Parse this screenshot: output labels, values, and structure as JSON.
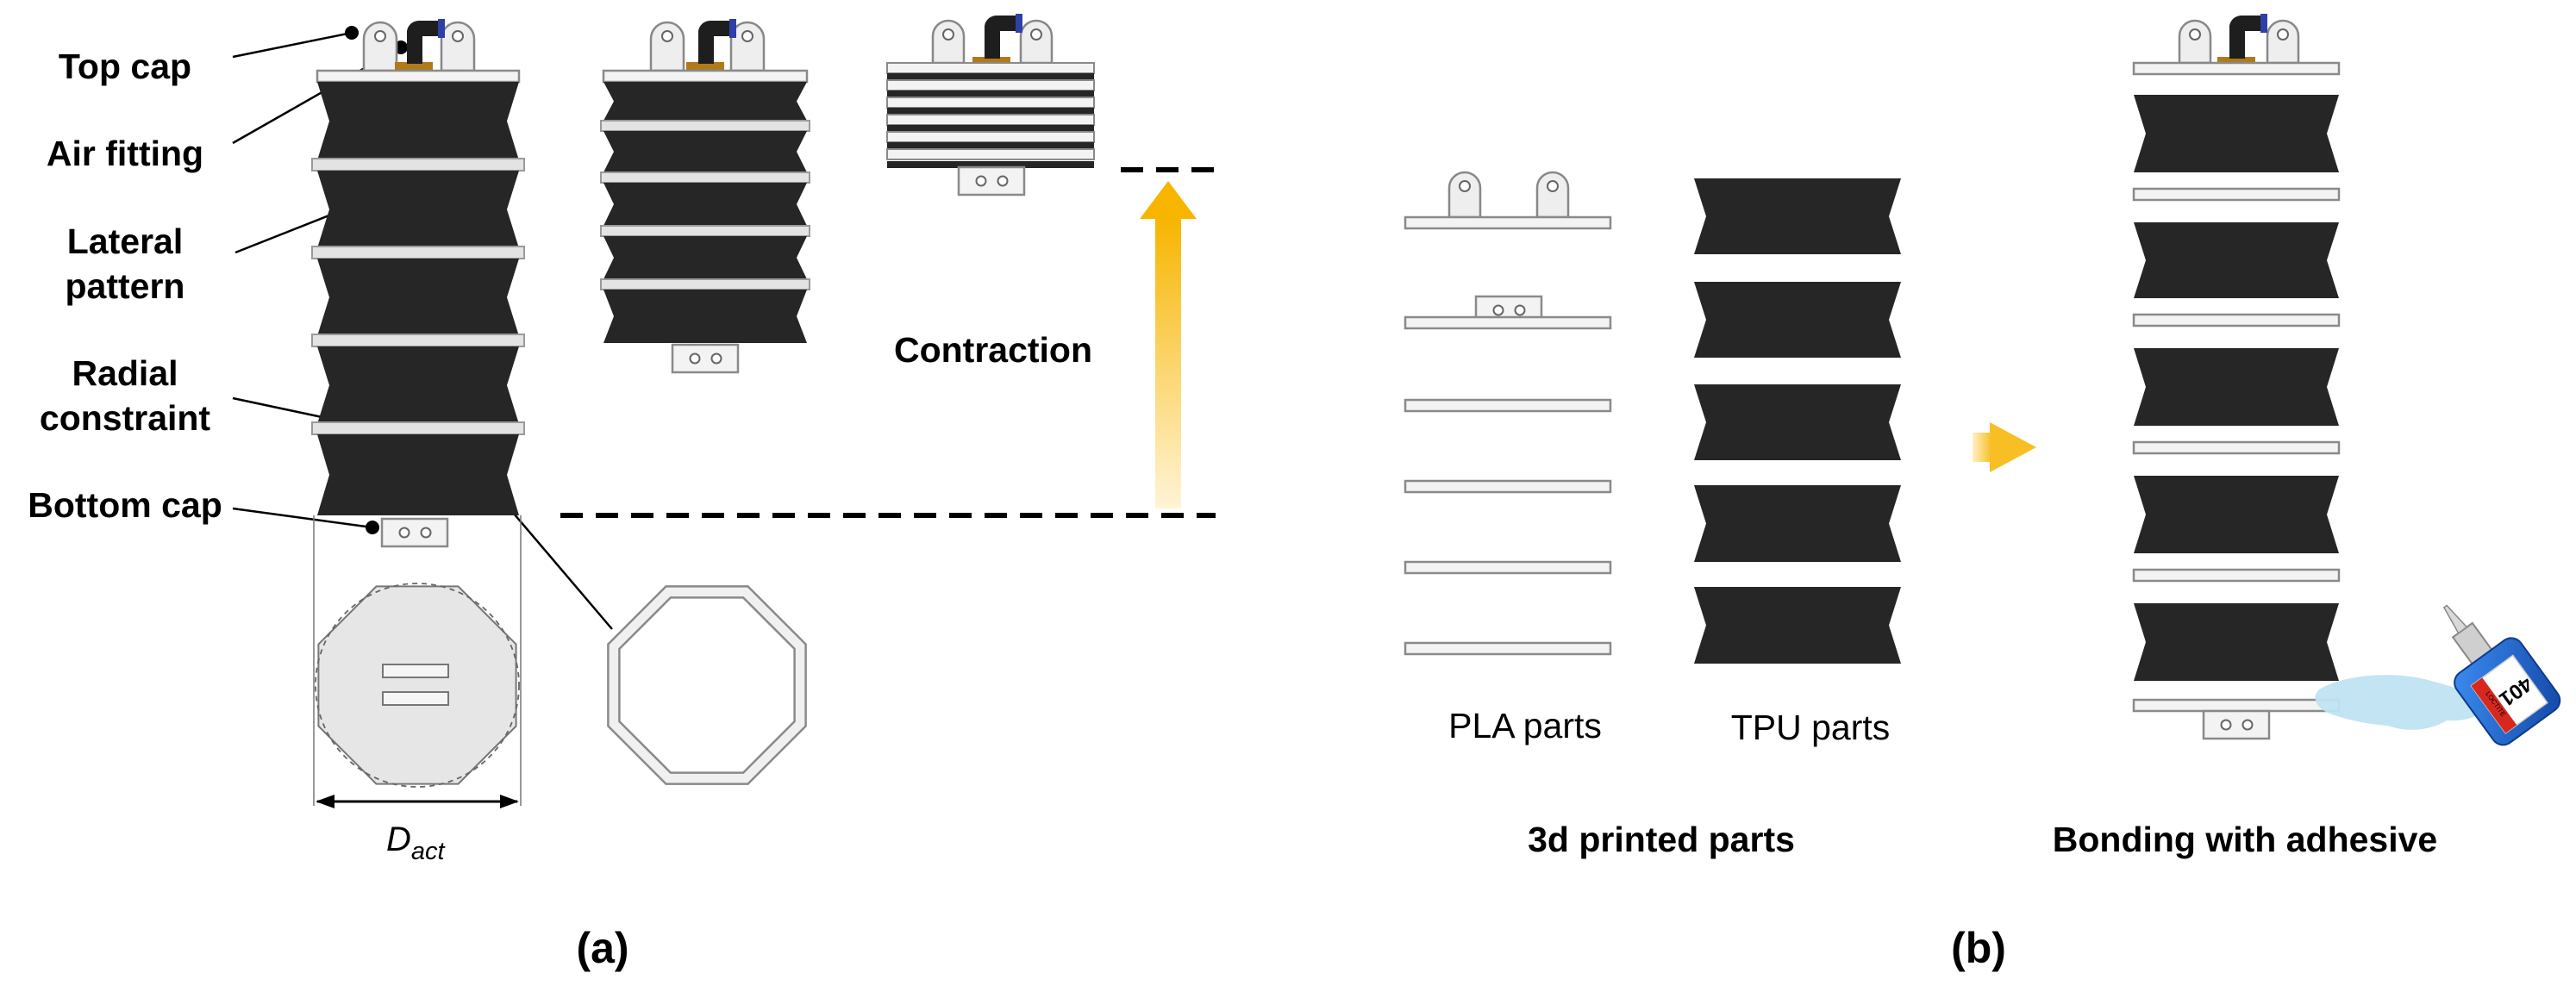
{
  "panel_a": {
    "caption": "(a)",
    "labels": {
      "top_cap": "Top cap",
      "air_fitting": "Air fitting",
      "lateral_pattern_1": "Lateral",
      "lateral_pattern_2": "pattern",
      "radial_constraint_1": "Radial",
      "radial_constraint_2": "constraint",
      "bottom_cap": "Bottom cap",
      "contraction": "Contraction"
    },
    "diameter_label": "D",
    "diameter_subscript": "act"
  },
  "panel_b": {
    "caption": "(b)",
    "pla_label": "PLA parts",
    "tpu_label": "TPU parts",
    "printed_title": "3d printed parts",
    "bonding_title": "Bonding with adhesive",
    "glue_label": "401",
    "glue_brand": "LOCTITE"
  },
  "colors": {
    "actuator_body": "#262626",
    "arrow_yellow": "#f7b500",
    "fitting_blue": "#2f3fa8",
    "glue_blue": "#1f63c9",
    "adhesive_puddle": "#bfe3f2"
  }
}
